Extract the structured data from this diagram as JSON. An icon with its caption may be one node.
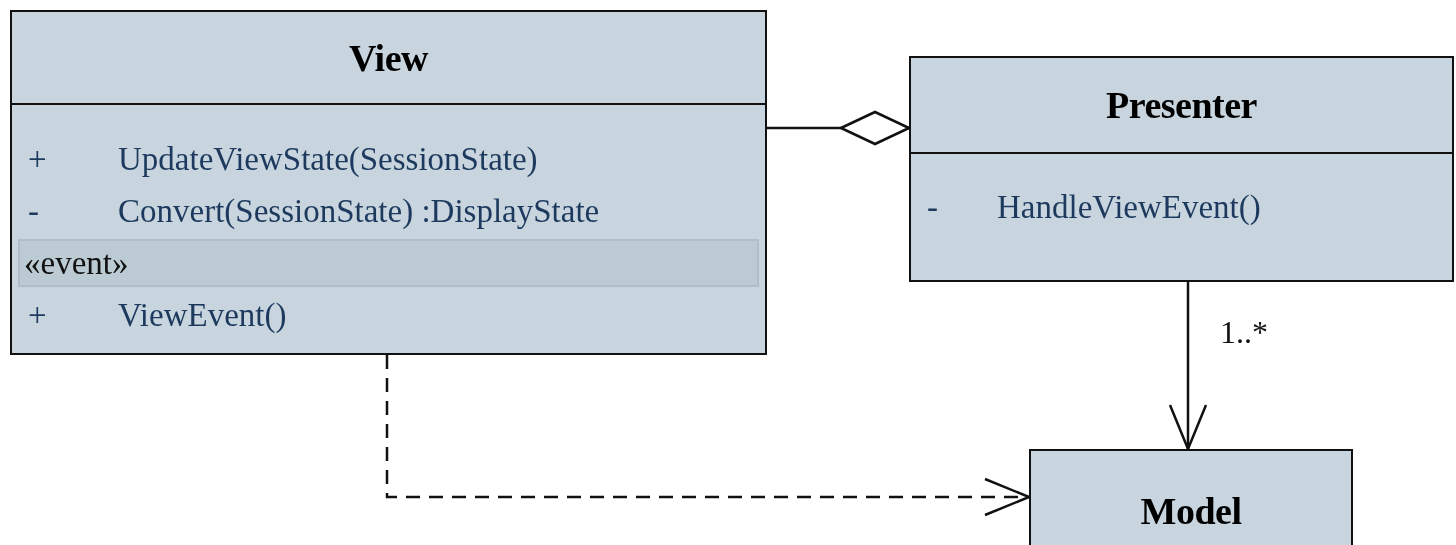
{
  "diagram": {
    "nodes": [
      {
        "text": [
          "View",
          "+",
          "UpdateViewState(SessionState)",
          "-",
          "Convert(SessionState) :DisplayState",
          "«event»",
          "+",
          "ViewEvent()"
        ]
      },
      {
        "text": [
          "Presenter",
          "-",
          "HandleViewEvent()"
        ]
      },
      {
        "text": [
          "Model"
        ]
      }
    ],
    "edges": [
      {
        "from": 0,
        "to": 1,
        "arrow": "other"
      },
      {
        "from": 1,
        "to": 2,
        "arrow": "to",
        "label": "1..*"
      },
      {
        "from": 0,
        "to": 2,
        "arrow": "to",
        "style": "dashed"
      }
    ]
  }
}
